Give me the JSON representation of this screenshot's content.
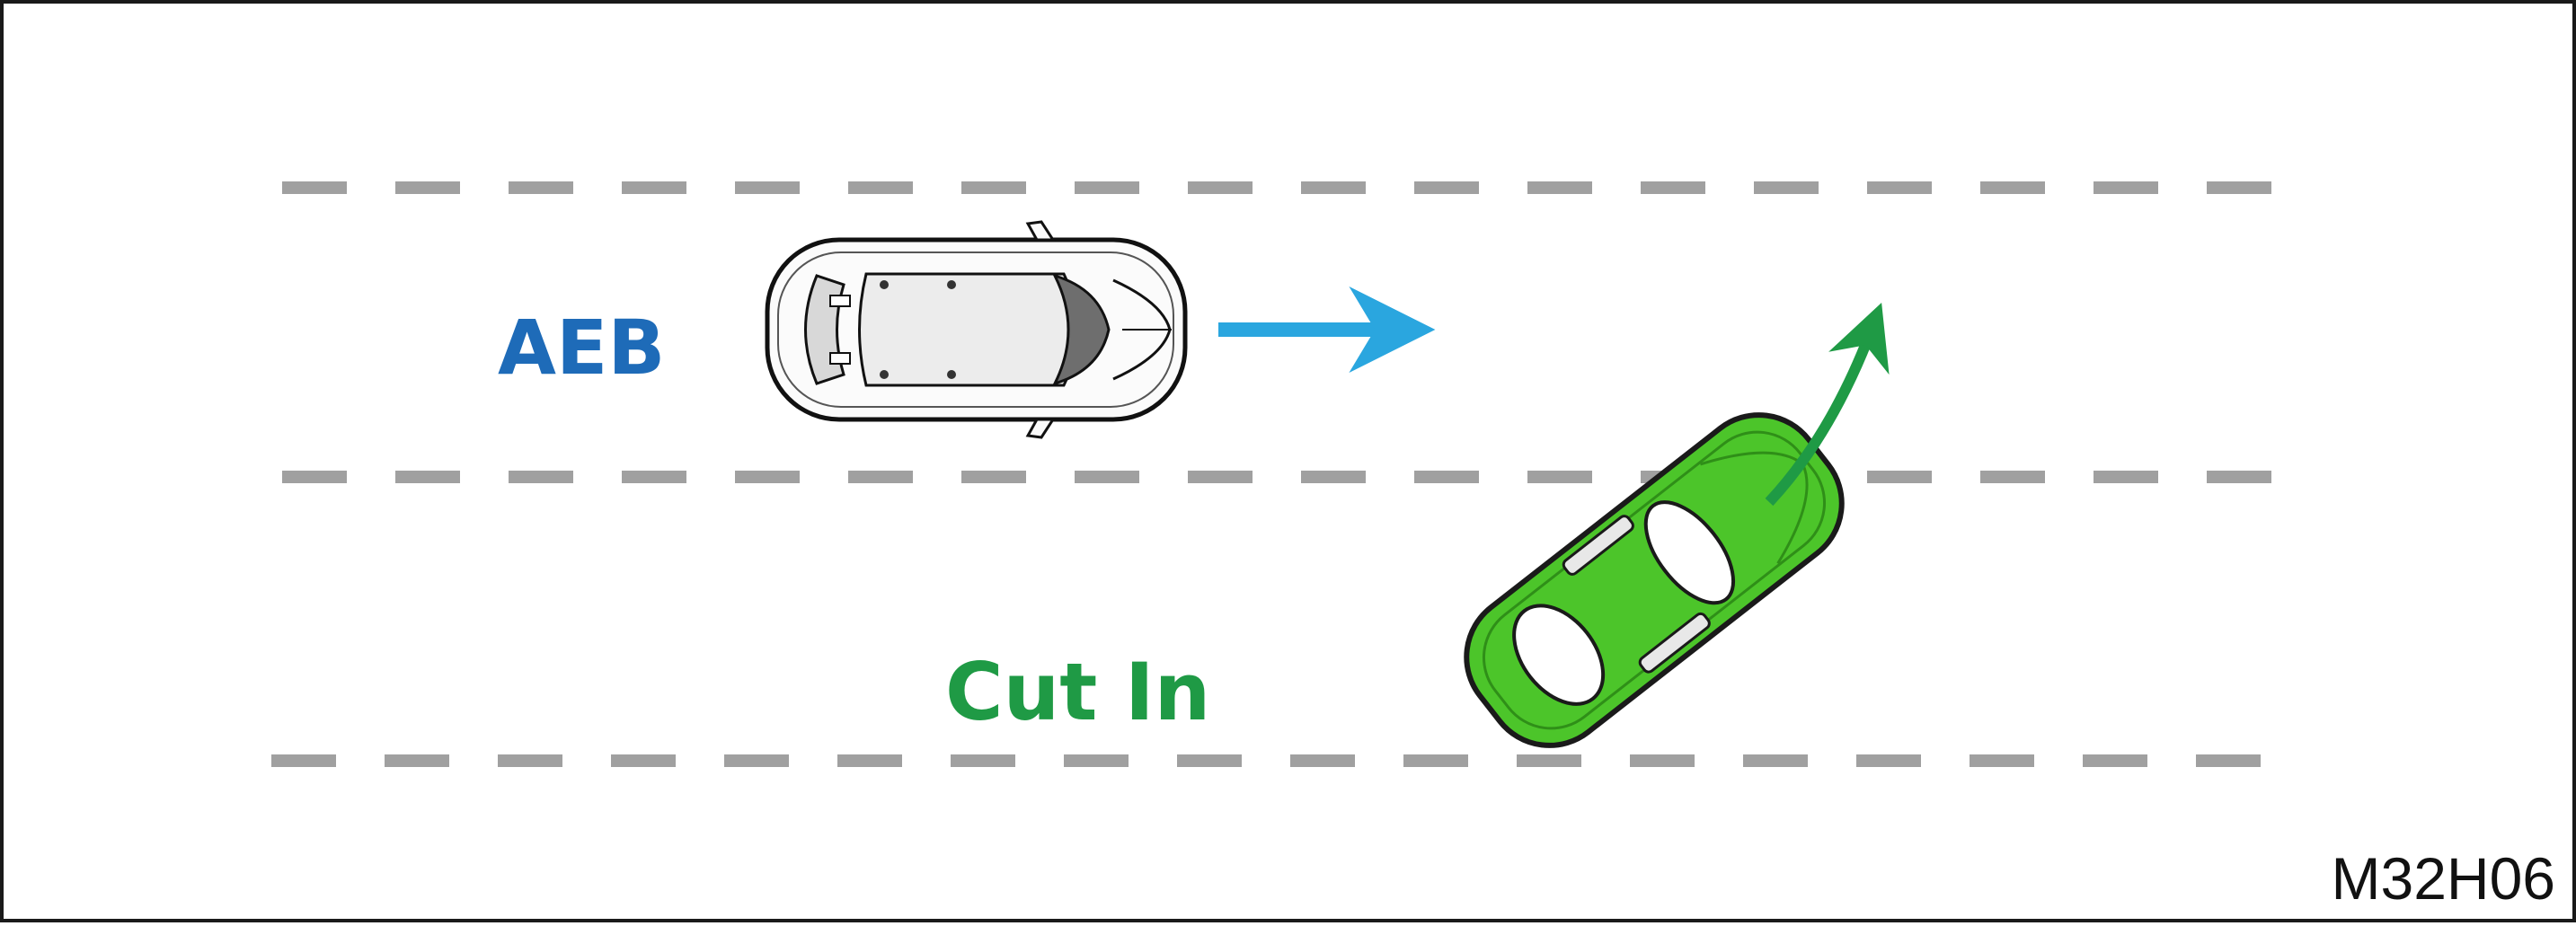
{
  "labels": {
    "ego": "AEB",
    "cutin": "Cut In",
    "figure_code": "M32H06"
  },
  "colors": {
    "ego_label": "#1e6bb8",
    "ego_arrow": "#2aa6df",
    "cutin_label": "#1f9a45",
    "cutin_car": "#4cc52a",
    "cutin_arrow": "#1f9a45",
    "lane_marking": "#a0a0a0"
  }
}
